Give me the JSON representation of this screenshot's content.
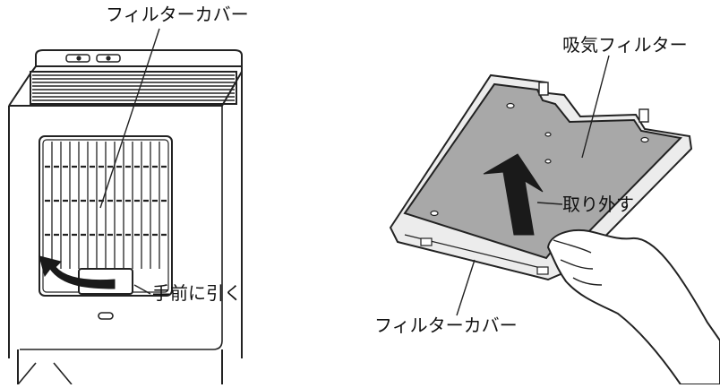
{
  "labels": {
    "filter_cover_top": "フィルターカバー",
    "pull_forward": "手前に引く",
    "intake_filter": "吸気フィルター",
    "remove": "取り外す",
    "filter_cover_bottom": "フィルターカバー"
  },
  "colors": {
    "line": "#222222",
    "filter_gray": "#a8a8a8",
    "arrow_fill": "#1a1a1a",
    "background": "#ffffff"
  },
  "icons": {
    "up_arrow": "up-arrow-icon",
    "curved_arrow": "curved-arrow-icon"
  }
}
